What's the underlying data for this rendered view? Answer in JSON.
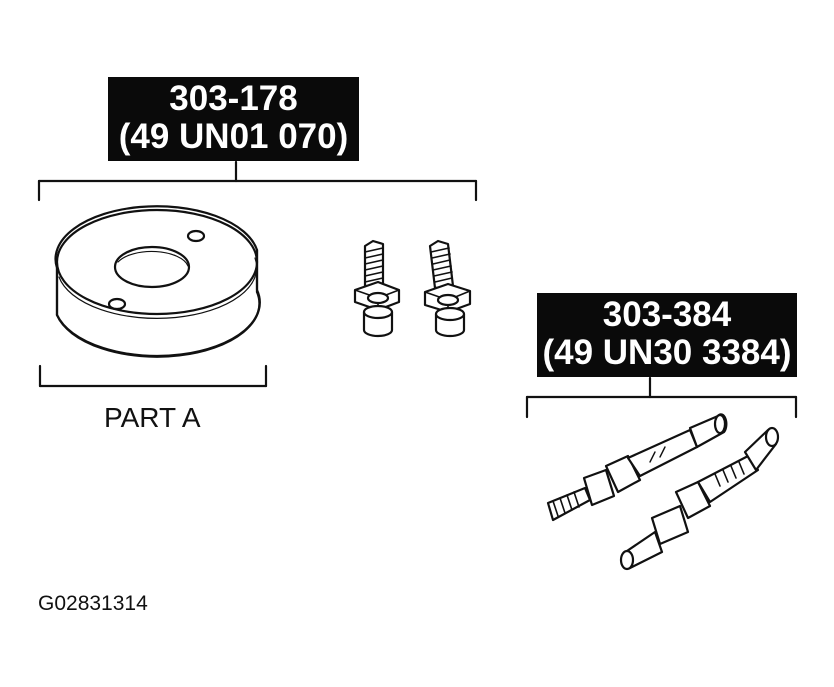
{
  "tool_1": {
    "number": "303-178",
    "alt_number": "(49 UN01 070)",
    "part_label": "PART A"
  },
  "tool_2": {
    "number": "303-384",
    "alt_number": "(49 UN30 3384)"
  },
  "figure_code": "G02831314"
}
